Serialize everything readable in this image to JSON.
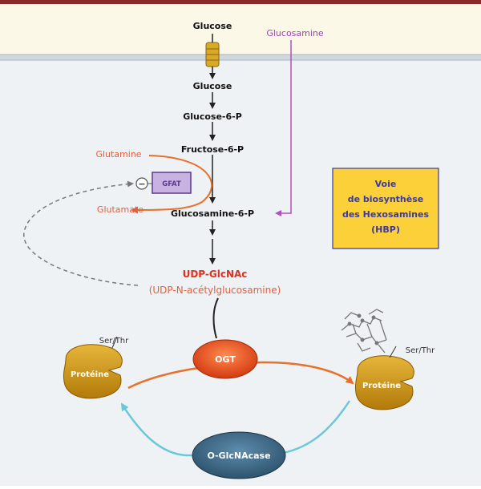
{
  "pathway": {
    "glucose_outside": "Glucose",
    "glucose_inside": "Glucose",
    "g6p": "Glucose-6-P",
    "f6p": "Fructose-6-P",
    "glcn6p": "Glucosamine-6-P",
    "udp_glcnac": "UDP-GlcNAc",
    "udp_full": "(UDP-N-acétylglucosamine)",
    "glucosamine": "Glucosamine",
    "glutamine": "Glutamine",
    "glutamate": "Glutamate",
    "gfat": "GFAT",
    "inhibition": "−"
  },
  "hbp_box": {
    "line1": "Voie",
    "line2": "de biosynthèse",
    "line3": "des Hexosamines",
    "line4": "(HBP)"
  },
  "cycle": {
    "ogt": "OGT",
    "oglcnacase": "O-GlcNAcase",
    "protein_left": "Protéine",
    "protein_right": "Protéine",
    "serthr_left": "Ser/Thr",
    "serthr_right": "Ser/Thr"
  },
  "colors": {
    "top_border": "#8b2a2a",
    "outside_bg": "#fbf8e8",
    "inside_bg": "#eef2f4",
    "membrane": "#c9d2d8",
    "hbp_fill": "#fbd038",
    "hbp_border": "#3a3aa0",
    "gfat_fill": "#c7b2e2",
    "gfat_border": "#5a3a8a",
    "red": "#e06040",
    "purple": "#b050c0",
    "ogt": "#e04418",
    "oglcnacase": "#3d6c8c",
    "protein": "#d49a12",
    "cyan_arrow": "#6cc8d8"
  }
}
